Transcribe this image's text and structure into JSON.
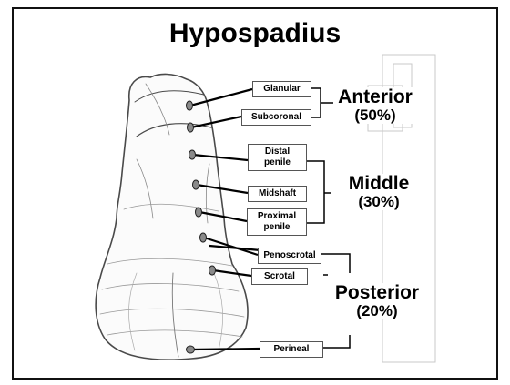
{
  "title": "Hypospadius",
  "levels": [
    {
      "label": "Glanular"
    },
    {
      "label": "Subcoronal"
    },
    {
      "label": "Distal penile"
    },
    {
      "label": "Midshaft"
    },
    {
      "label": "Proximal penile"
    },
    {
      "label": "Penoscrotal"
    },
    {
      "label": "Scrotal"
    },
    {
      "label": "Perineal"
    }
  ],
  "groups": [
    {
      "name": "Anterior",
      "percent": "(50%)"
    },
    {
      "name": "Middle",
      "percent": "(30%)"
    },
    {
      "name": "Posterior",
      "percent": "(20%)"
    }
  ],
  "colors": {
    "line": "#000000",
    "sketch": "#4a4a4a",
    "marker": "#8a8a8a",
    "frame": "#111111"
  }
}
